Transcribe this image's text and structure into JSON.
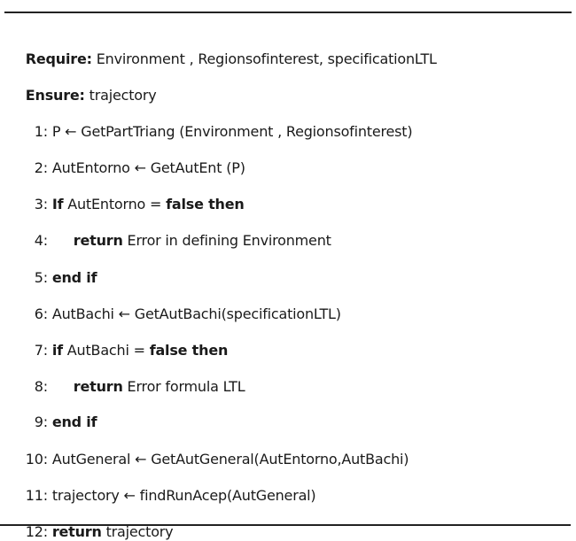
{
  "algorithm": {
    "require": {
      "keyword": "Require:",
      "text": " Environment , Regionsofinterest, specificationLTL"
    },
    "ensure": {
      "keyword": "Ensure:",
      "text": " trajectory"
    },
    "lines": [
      {
        "num": "1:",
        "pre": " P ← GetPartTriang (Environment , Regionsofinterest)",
        "kw": "",
        "post": ""
      },
      {
        "num": "2:",
        "pre": " AutEntorno ← GetAutEnt (P)",
        "kw": "",
        "post": ""
      },
      {
        "num": "3:",
        "pre": " ",
        "kw": "If",
        "post": " AutEntorno = ",
        "kw2": "false then"
      },
      {
        "num": "4:",
        "pre": "",
        "kw": "return",
        "post": " Error in defining Environment"
      },
      {
        "num": "5:",
        "pre": " ",
        "kw": "end if",
        "post": ""
      },
      {
        "num": "6:",
        "pre": " AutBachi ← GetAutBachi(specificationLTL)",
        "kw": "",
        "post": ""
      },
      {
        "num": "7:",
        "pre": " ",
        "kw": "if",
        "post": " AutBachi = ",
        "kw2": "false then"
      },
      {
        "num": "8:",
        "pre": "",
        "kw": "return",
        "post": " Error formula LTL"
      },
      {
        "num": "9:",
        "pre": " ",
        "kw": "end if",
        "post": ""
      },
      {
        "num": "10:",
        "pre": " AutGeneral ← GetAutGeneral(AutEntorno,AutBachi)",
        "kw": "",
        "post": ""
      },
      {
        "num": "11:",
        "pre": " trajectory ← findRunAcep(AutGeneral)",
        "kw": "",
        "post": ""
      },
      {
        "num": "12:",
        "pre": " ",
        "kw": "return",
        "post": " trajectory"
      }
    ]
  }
}
